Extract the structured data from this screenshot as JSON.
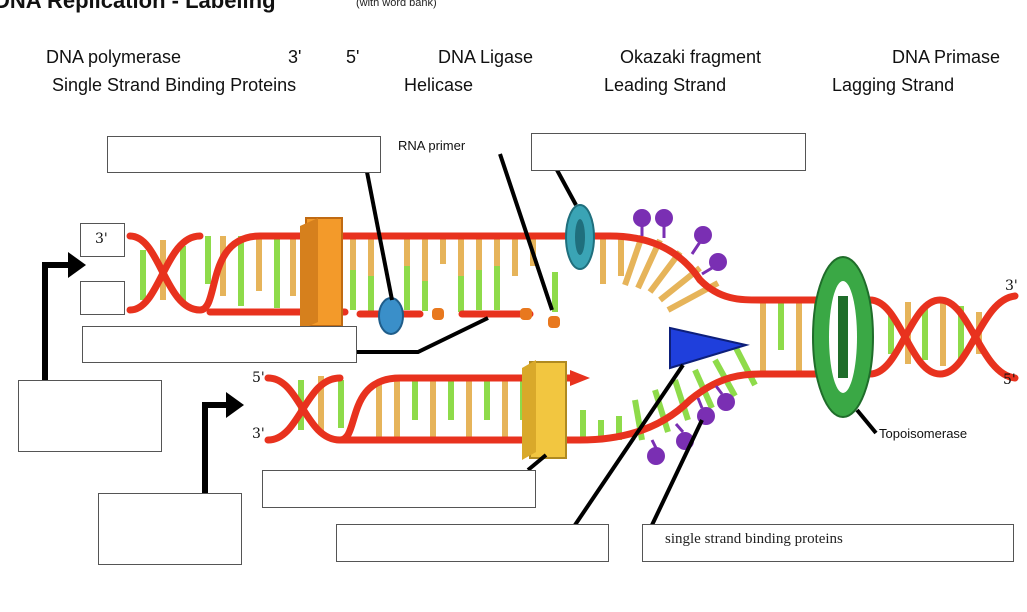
{
  "header": {
    "title": "DNA Replication - Labeling",
    "subtitle": "(with word bank)"
  },
  "word_bank": {
    "row1": [
      "DNA polymerase",
      "3'",
      "5'",
      "DNA Ligase",
      "Okazaki fragment",
      "DNA Primase"
    ],
    "row2": [
      "Single Strand Binding Proteins",
      "Helicase",
      "Leading Strand",
      "Lagging Strand"
    ]
  },
  "diagram": {
    "rna_primer_label": "RNA primer",
    "topoisomerase_label": "Topoisomerase",
    "prefilled_box_3prime": "3'",
    "prefilled_box_ssb": "single strand binding proteins",
    "end_labels": {
      "left_top": "3'",
      "left_bottom": "5'",
      "right_top": "3'",
      "right_bottom": "5'"
    }
  },
  "colors": {
    "backbone": "#e8321e",
    "base_green": "#8edb4a",
    "base_tan": "#e6b45a",
    "polymerase_orange": "#f39a2a",
    "polymerase_yellow": "#f2c640",
    "helicase_blue": "#1f3fdc",
    "topoisomerase_green": "#3aa845",
    "ssb_purple": "#7a2fb3",
    "clamp_teal": "#3aa4b5",
    "primase_blue": "#3a8fc9"
  }
}
